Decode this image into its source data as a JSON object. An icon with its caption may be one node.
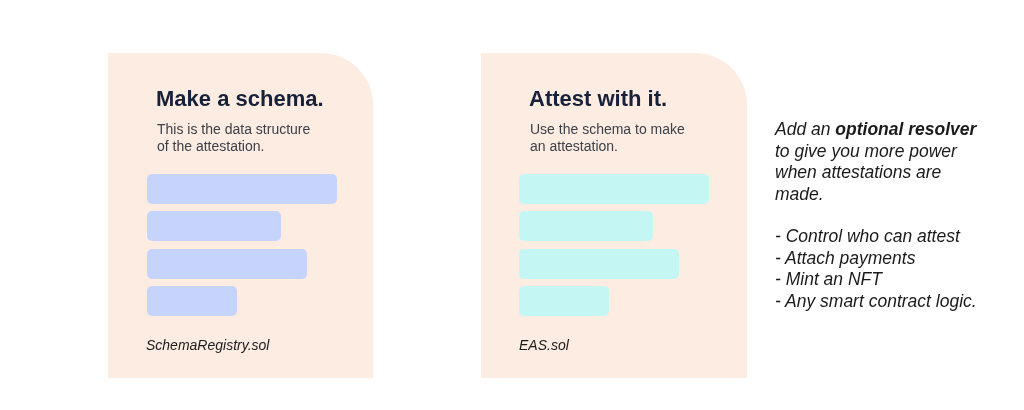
{
  "diagram": {
    "nodes": [
      {
        "text": [
          "Make a schema.",
          "This is the data structure of the attestation.",
          "SchemaRegistry.sol"
        ]
      },
      {
        "text": [],
        "shape": "bar",
        "in": 0
      },
      {
        "text": [],
        "shape": "bar",
        "in": 0
      },
      {
        "text": [],
        "shape": "bar",
        "in": 0
      },
      {
        "text": [],
        "shape": "bar",
        "in": 0
      },
      {
        "text": [
          "Attest with it.",
          "Use the schema to make an attestation.",
          "EAS.sol"
        ]
      },
      {
        "text": [],
        "shape": "bar",
        "in": 5
      },
      {
        "text": [],
        "shape": "bar",
        "in": 5
      },
      {
        "text": [],
        "shape": "bar",
        "in": 5
      },
      {
        "text": [],
        "shape": "bar",
        "in": 5
      }
    ],
    "edges": [],
    "labels": [
      "Add an **optional resolver** to give you more power when attestations are made.",
      "- Control who can attest",
      "- Attach payments",
      "- Mint an NFT",
      "- Any smart contract logic."
    ]
  }
}
